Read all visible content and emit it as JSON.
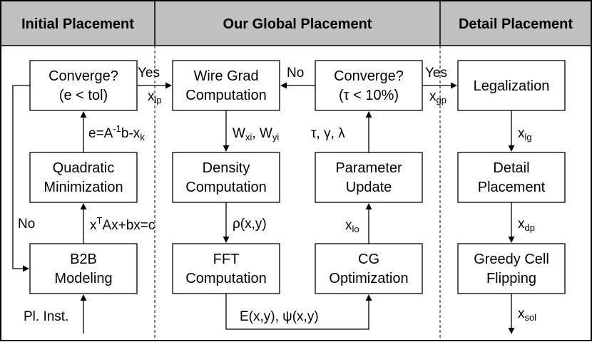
{
  "sections": {
    "initial": "Initial Placement",
    "global": "Our Global Placement",
    "detail": "Detail Placement"
  },
  "boxes": {
    "converge_left": [
      "Converge?",
      "(e < tol)"
    ],
    "quadratic": [
      "Quadratic",
      "Minimization"
    ],
    "b2b": [
      "B2B",
      "Modeling"
    ],
    "wire_grad": [
      "Wire Grad",
      "Computation"
    ],
    "density": [
      "Density",
      "Computation"
    ],
    "fft": [
      "FFT",
      "Computation"
    ],
    "converge_right": [
      "Converge?",
      "(τ < 10%)"
    ],
    "param_update": [
      "Parameter",
      "Update"
    ],
    "cg": [
      "CG",
      "Optimization"
    ],
    "legalization": [
      "Legalization"
    ],
    "detail_placement": [
      "Detail",
      "Placement"
    ],
    "greedy": [
      "Greedy Cell",
      "Flipping"
    ]
  },
  "labels": {
    "yes_left": "Yes",
    "x_ip_base": "x",
    "x_ip_sub": "ip",
    "no_mid": "No",
    "yes_right": "Yes",
    "x_gp_base": "x",
    "x_gp_sub": "gp",
    "e_base": "e=A",
    "e_sup": "-1",
    "e_mid": "b-x",
    "e_sub": "k",
    "no_left": "No",
    "quad_x": "x",
    "quad_sup": "T",
    "quad_rest": "Ax+bx=c",
    "pl_inst": "Pl. Inst.",
    "w_base1": "W",
    "w_sub1": "xi",
    "w_sep": ", W",
    "w_sub2": "yi",
    "rho": "ρ(x,y)",
    "params": "τ, γ, λ",
    "x_lo_base": "x",
    "x_lo_sub": "lo",
    "e_psi": "E(x,y), ψ(x,y)",
    "x_lg_base": "x",
    "x_lg_sub": "lg",
    "x_dp_base": "x",
    "x_dp_sub": "dp",
    "x_sol_base": "x",
    "x_sol_sub": "sol"
  }
}
